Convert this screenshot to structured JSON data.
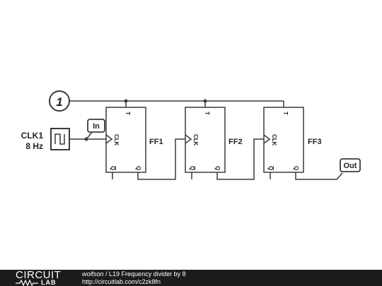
{
  "diagram": {
    "constant_label": "1",
    "clock_label": "CLK1",
    "clock_freq": "8 Hz",
    "in_label": "In",
    "out_label": "Out",
    "pin_t": "T",
    "pin_clk": "CLK",
    "pin_q": "Q",
    "pin_qbar": "Q",
    "flipflops": [
      "FF1",
      "FF2",
      "FF3"
    ]
  },
  "footer": {
    "logo_top": "CIRCUIT",
    "logo_bottom": "LAB",
    "author": "wolfson",
    "separator": " / ",
    "title": "L19 Frequency divider by 8",
    "url": "http://circuitlab.com/c2zk8fn"
  }
}
